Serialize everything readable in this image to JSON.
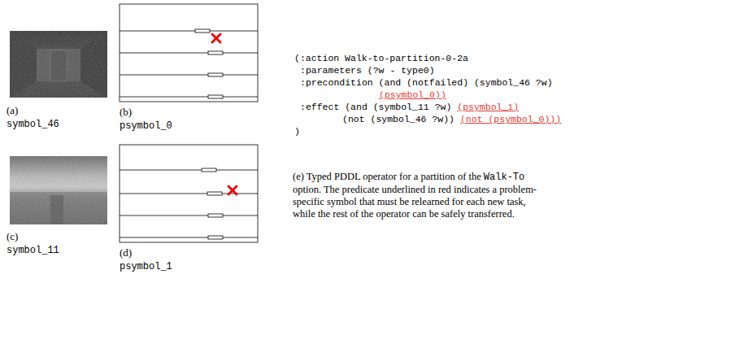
{
  "diagram": {
    "labels": [
      "(a)",
      "symbol_46",
      "(b)",
      "psymbol_0",
      "(c)",
      "symbol_11",
      "(d)",
      "psymbol_1",
      "(:action Walk-to-partition-0-2a",
      ":parameters (?w - type0)",
      ":precondition (and (notfailed) (symbol_46 ?w)",
      "(psymbol_0))",
      ":effect (and (symbol_11 ?w)",
      "(psymbol_1)",
      "(not (symbol_46 ?w))",
      "(not (psymbol_0)))",
      ")",
      "(e)",
      "Typed PDDL operator for a partition of the",
      "Walk-To",
      "option. The predicate underlined in red indicates a problem-specific symbol that must be relearned for each new task, while the rest of the operator can be safely transferred."
    ]
  }
}
